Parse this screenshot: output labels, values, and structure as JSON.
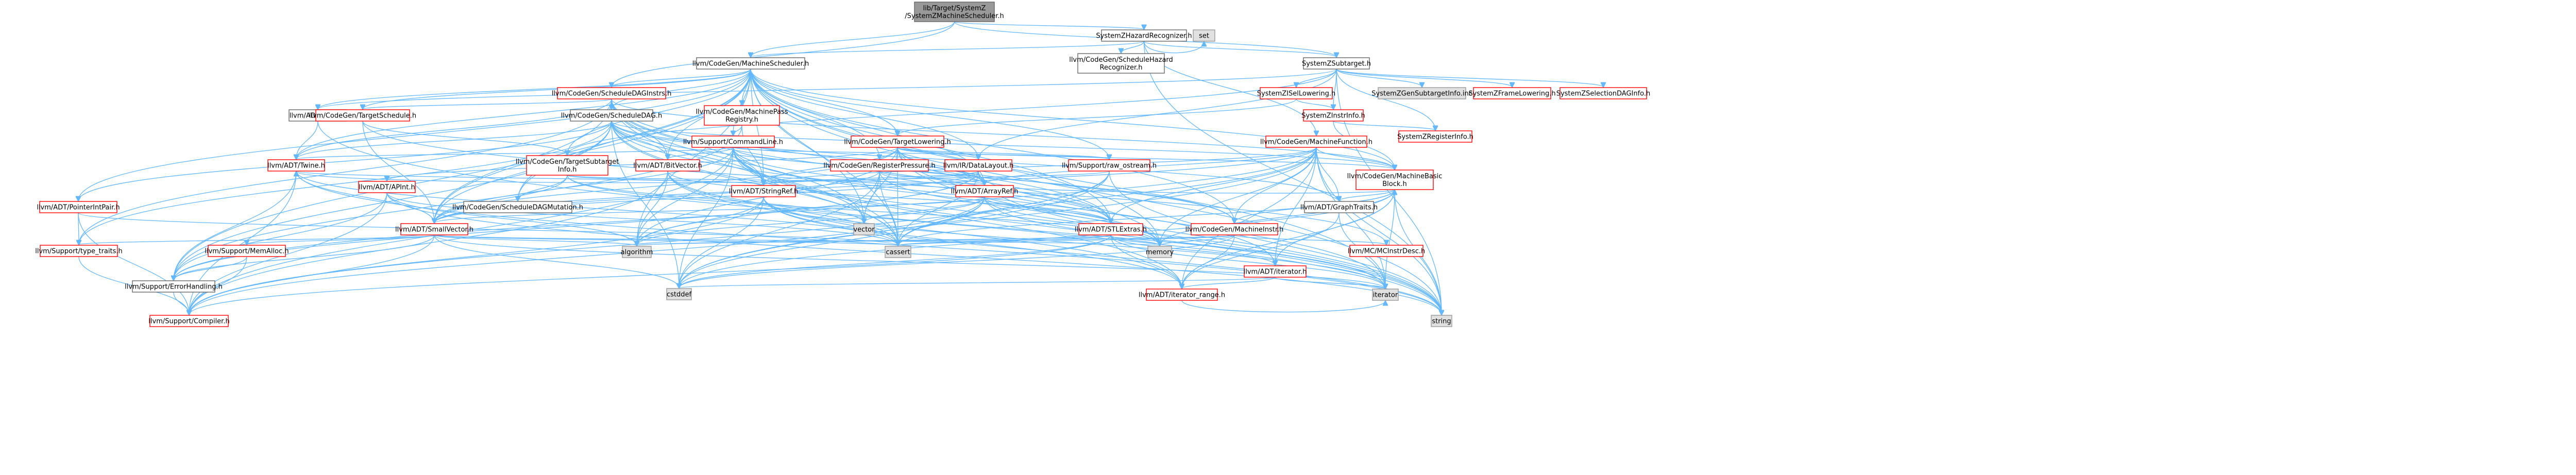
{
  "graph": {
    "root": "n0",
    "colors": {
      "root_fill": "#999999",
      "root_stroke": "#666666",
      "std_fill": "#e0e0e0",
      "std_stroke": "#999999",
      "red_stroke": "#ff0000",
      "red_fill": "#ffffff",
      "normal_stroke": "#666666",
      "normal_fill": "#ffffff",
      "edge": "#63b8ff",
      "text": "#000000"
    },
    "nodes": [
      {
        "id": "n0",
        "lines": [
          "lib/Target/SystemZ",
          "/SystemZMachineScheduler.h"
        ],
        "kind": "root"
      },
      {
        "id": "n1",
        "lines": [
          "SystemZHazardRecognizer.h"
        ],
        "kind": "normal"
      },
      {
        "id": "n2",
        "lines": [
          "set"
        ],
        "kind": "std"
      },
      {
        "id": "n3",
        "lines": [
          "llvm/CodeGen/MachineScheduler.h"
        ],
        "kind": "normal"
      },
      {
        "id": "n4",
        "lines": [
          "llvm/CodeGen/ScheduleHazard",
          "Recognizer.h"
        ],
        "kind": "normal"
      },
      {
        "id": "n5",
        "lines": [
          "SystemZSubtarget.h"
        ],
        "kind": "normal"
      },
      {
        "id": "n6",
        "lines": [
          "llvm/CodeGen/ScheduleDAGInstrs.h"
        ],
        "kind": "red"
      },
      {
        "id": "n7",
        "lines": [
          "llvm/CodeGen/MachinePass",
          "Registry.h"
        ],
        "kind": "red"
      },
      {
        "id": "n8",
        "lines": [
          "llvm/ADT/Triple.h"
        ],
        "kind": "normal"
      },
      {
        "id": "n9",
        "lines": [
          "llvm/CodeGen/TargetSchedule.h"
        ],
        "kind": "red"
      },
      {
        "id": "n10",
        "lines": [
          "llvm/CodeGen/ScheduleDAG.h"
        ],
        "kind": "normal"
      },
      {
        "id": "n11",
        "lines": [
          "SystemZISelLowering.h"
        ],
        "kind": "red"
      },
      {
        "id": "n12",
        "lines": [
          "SystemZInstrInfo.h"
        ],
        "kind": "red"
      },
      {
        "id": "n13",
        "lines": [
          "SystemZGenSubtargetInfo.inc"
        ],
        "kind": "std"
      },
      {
        "id": "n14",
        "lines": [
          "SystemZFrameLowering.h"
        ],
        "kind": "red"
      },
      {
        "id": "n15",
        "lines": [
          "SystemZSelectionDAGInfo.h"
        ],
        "kind": "red"
      },
      {
        "id": "n16",
        "lines": [
          "SystemZRegisterInfo.h"
        ],
        "kind": "red"
      },
      {
        "id": "n17",
        "lines": [
          "llvm/Support/CommandLine.h"
        ],
        "kind": "red"
      },
      {
        "id": "n18",
        "lines": [
          "llvm/CodeGen/TargetLowering.h"
        ],
        "kind": "red"
      },
      {
        "id": "n19",
        "lines": [
          "llvm/CodeGen/MachineFunction.h"
        ],
        "kind": "red"
      },
      {
        "id": "n20",
        "lines": [
          "llvm/ADT/Twine.h"
        ],
        "kind": "red"
      },
      {
        "id": "n21",
        "lines": [
          "llvm/CodeGen/TargetSubtarget",
          "Info.h"
        ],
        "kind": "red"
      },
      {
        "id": "n22",
        "lines": [
          "llvm/ADT/BitVector.h"
        ],
        "kind": "red"
      },
      {
        "id": "n23",
        "lines": [
          "llvm/CodeGen/RegisterPressure.h"
        ],
        "kind": "red"
      },
      {
        "id": "n24",
        "lines": [
          "llvm/IR/DataLayout.h"
        ],
        "kind": "red"
      },
      {
        "id": "n25",
        "lines": [
          "llvm/Support/raw_ostream.h"
        ],
        "kind": "red"
      },
      {
        "id": "n26",
        "lines": [
          "llvm/CodeGen/MachineBasic",
          "Block.h"
        ],
        "kind": "red"
      },
      {
        "id": "n27",
        "lines": [
          "llvm/ADT/APInt.h"
        ],
        "kind": "red"
      },
      {
        "id": "n28",
        "lines": [
          "llvm/CodeGen/ScheduleDAGMutation.h"
        ],
        "kind": "normal"
      },
      {
        "id": "n29",
        "lines": [
          "llvm/ADT/StringRef.h"
        ],
        "kind": "red"
      },
      {
        "id": "n30",
        "lines": [
          "llvm/ADT/ArrayRef.h"
        ],
        "kind": "red"
      },
      {
        "id": "n31",
        "lines": [
          "llvm/ADT/GraphTraits.h"
        ],
        "kind": "normal"
      },
      {
        "id": "n32",
        "lines": [
          "llvm/ADT/PointerIntPair.h"
        ],
        "kind": "red"
      },
      {
        "id": "n33",
        "lines": [
          "llvm/ADT/SmallVector.h"
        ],
        "kind": "red"
      },
      {
        "id": "n34",
        "lines": [
          "vector"
        ],
        "kind": "std"
      },
      {
        "id": "n35",
        "lines": [
          "llvm/ADT/STLExtras.h"
        ],
        "kind": "red"
      },
      {
        "id": "n36",
        "lines": [
          "llvm/CodeGen/MachineInstr.h"
        ],
        "kind": "red"
      },
      {
        "id": "n37",
        "lines": [
          "llvm/Support/type_traits.h"
        ],
        "kind": "red"
      },
      {
        "id": "n38",
        "lines": [
          "llvm/Support/MemAlloc.h"
        ],
        "kind": "red"
      },
      {
        "id": "n39",
        "lines": [
          "algorithm"
        ],
        "kind": "std"
      },
      {
        "id": "n40",
        "lines": [
          "cassert"
        ],
        "kind": "std"
      },
      {
        "id": "n41",
        "lines": [
          "memory"
        ],
        "kind": "std"
      },
      {
        "id": "n42",
        "lines": [
          "llvm/MC/MCInstrDesc.h"
        ],
        "kind": "red"
      },
      {
        "id": "n43",
        "lines": [
          "llvm/ADT/iterator.h"
        ],
        "kind": "red"
      },
      {
        "id": "n44",
        "lines": [
          "llvm/Support/ErrorHandling.h"
        ],
        "kind": "normal"
      },
      {
        "id": "n45",
        "lines": [
          "cstddef"
        ],
        "kind": "std"
      },
      {
        "id": "n46",
        "lines": [
          "llvm/ADT/iterator_range.h"
        ],
        "kind": "red"
      },
      {
        "id": "n47",
        "lines": [
          "iterator"
        ],
        "kind": "std"
      },
      {
        "id": "n48",
        "lines": [
          "llvm/Support/Compiler.h"
        ],
        "kind": "red"
      },
      {
        "id": "n49",
        "lines": [
          "string"
        ],
        "kind": "std"
      }
    ],
    "edges": [
      [
        "n0",
        "n1"
      ],
      [
        "n0",
        "n3"
      ],
      [
        "n0",
        "n6"
      ],
      [
        "n0",
        "n5"
      ],
      [
        "n1",
        "n2"
      ],
      [
        "n1",
        "n3"
      ],
      [
        "n1",
        "n4"
      ],
      [
        "n1",
        "n5"
      ],
      [
        "n1",
        "n19"
      ],
      [
        "n1",
        "n49"
      ],
      [
        "n3",
        "n6"
      ],
      [
        "n3",
        "n7"
      ],
      [
        "n3",
        "n9"
      ],
      [
        "n3",
        "n10"
      ],
      [
        "n3",
        "n17"
      ],
      [
        "n3",
        "n20"
      ],
      [
        "n3",
        "n22"
      ],
      [
        "n3",
        "n23"
      ],
      [
        "n3",
        "n26"
      ],
      [
        "n3",
        "n28"
      ],
      [
        "n3",
        "n29"
      ],
      [
        "n3",
        "n30"
      ],
      [
        "n3",
        "n33"
      ],
      [
        "n3",
        "n35"
      ],
      [
        "n3",
        "n36"
      ],
      [
        "n3",
        "n32"
      ],
      [
        "n3",
        "n34"
      ],
      [
        "n3",
        "n40"
      ],
      [
        "n3",
        "n41"
      ],
      [
        "n3",
        "n44"
      ],
      [
        "n3",
        "n39"
      ],
      [
        "n3",
        "n47"
      ],
      [
        "n3",
        "n49"
      ],
      [
        "n3",
        "n8"
      ],
      [
        "n3",
        "n18"
      ],
      [
        "n3",
        "n24"
      ],
      [
        "n3",
        "n25"
      ],
      [
        "n3",
        "n21"
      ],
      [
        "n5",
        "n11"
      ],
      [
        "n5",
        "n12"
      ],
      [
        "n5",
        "n13"
      ],
      [
        "n5",
        "n14"
      ],
      [
        "n5",
        "n15"
      ],
      [
        "n5",
        "n16"
      ],
      [
        "n5",
        "n49"
      ],
      [
        "n5",
        "n8"
      ],
      [
        "n5",
        "n24"
      ],
      [
        "n5",
        "n21"
      ],
      [
        "n6",
        "n9"
      ],
      [
        "n6",
        "n10"
      ],
      [
        "n6",
        "n20"
      ],
      [
        "n6",
        "n22"
      ],
      [
        "n6",
        "n29"
      ],
      [
        "n6",
        "n33"
      ],
      [
        "n6",
        "n26"
      ],
      [
        "n6",
        "n34"
      ],
      [
        "n6",
        "n40"
      ],
      [
        "n6",
        "n41"
      ],
      [
        "n6",
        "n35"
      ],
      [
        "n6",
        "n37"
      ],
      [
        "n7",
        "n17"
      ],
      [
        "n7",
        "n29"
      ],
      [
        "n7",
        "n44"
      ],
      [
        "n8",
        "n20"
      ],
      [
        "n8",
        "n49"
      ],
      [
        "n9",
        "n33"
      ],
      [
        "n9",
        "n42"
      ],
      [
        "n9",
        "n21"
      ],
      [
        "n10",
        "n22"
      ],
      [
        "n10",
        "n29"
      ],
      [
        "n10",
        "n30"
      ],
      [
        "n10",
        "n32"
      ],
      [
        "n10",
        "n33"
      ],
      [
        "n10",
        "n31"
      ],
      [
        "n10",
        "n36"
      ],
      [
        "n10",
        "n44"
      ],
      [
        "n10",
        "n40"
      ],
      [
        "n10",
        "n45"
      ],
      [
        "n10",
        "n43"
      ],
      [
        "n10",
        "n49"
      ],
      [
        "n10",
        "n20"
      ],
      [
        "n10",
        "n26"
      ],
      [
        "n10",
        "n37"
      ],
      [
        "n10",
        "n28"
      ],
      [
        "n11",
        "n18"
      ],
      [
        "n11",
        "n12"
      ],
      [
        "n12",
        "n16"
      ],
      [
        "n12",
        "n26"
      ],
      [
        "n17",
        "n29"
      ],
      [
        "n17",
        "n30"
      ],
      [
        "n17",
        "n33"
      ],
      [
        "n17",
        "n35"
      ],
      [
        "n17",
        "n20"
      ],
      [
        "n17",
        "n25"
      ],
      [
        "n17",
        "n48"
      ],
      [
        "n17",
        "n40"
      ],
      [
        "n17",
        "n34"
      ],
      [
        "n17",
        "n39"
      ],
      [
        "n17",
        "n41"
      ],
      [
        "n17",
        "n46"
      ],
      [
        "n17",
        "n49"
      ],
      [
        "n17",
        "n45"
      ],
      [
        "n17",
        "n22"
      ],
      [
        "n18",
        "n27"
      ],
      [
        "n18",
        "n29"
      ],
      [
        "n18",
        "n30"
      ],
      [
        "n18",
        "n33"
      ],
      [
        "n18",
        "n24"
      ],
      [
        "n18",
        "n26"
      ],
      [
        "n18",
        "n36"
      ],
      [
        "n18",
        "n40"
      ],
      [
        "n18",
        "n35"
      ],
      [
        "n18",
        "n34"
      ],
      [
        "n18",
        "n49"
      ],
      [
        "n18",
        "n39"
      ],
      [
        "n18",
        "n25"
      ],
      [
        "n18",
        "n47"
      ],
      [
        "n19",
        "n26"
      ],
      [
        "n19",
        "n30"
      ],
      [
        "n19",
        "n36"
      ],
      [
        "n19",
        "n35"
      ],
      [
        "n19",
        "n33"
      ],
      [
        "n19",
        "n29"
      ],
      [
        "n19",
        "n31"
      ],
      [
        "n19",
        "n40"
      ],
      [
        "n19",
        "n41"
      ],
      [
        "n19",
        "n47"
      ],
      [
        "n19",
        "n49"
      ],
      [
        "n19",
        "n46"
      ],
      [
        "n19",
        "n43"
      ],
      [
        "n19",
        "n45"
      ],
      [
        "n19",
        "n44"
      ],
      [
        "n20",
        "n29"
      ],
      [
        "n20",
        "n33"
      ],
      [
        "n20",
        "n44"
      ],
      [
        "n20",
        "n40"
      ],
      [
        "n20",
        "n49"
      ],
      [
        "n20",
        "n48"
      ],
      [
        "n21",
        "n29"
      ],
      [
        "n21",
        "n30"
      ],
      [
        "n21",
        "n33"
      ],
      [
        "n21",
        "n28"
      ],
      [
        "n21",
        "n34"
      ],
      [
        "n21",
        "n41"
      ],
      [
        "n22",
        "n35"
      ],
      [
        "n22",
        "n46"
      ],
      [
        "n22",
        "n39"
      ],
      [
        "n22",
        "n40"
      ],
      [
        "n22",
        "n47"
      ],
      [
        "n22",
        "n48"
      ],
      [
        "n23",
        "n30"
      ],
      [
        "n23",
        "n33"
      ],
      [
        "n23",
        "n26"
      ],
      [
        "n23",
        "n40"
      ],
      [
        "n23",
        "n34"
      ],
      [
        "n23",
        "n45"
      ],
      [
        "n23",
        "n41"
      ],
      [
        "n24",
        "n30"
      ],
      [
        "n24",
        "n29"
      ],
      [
        "n24",
        "n35"
      ],
      [
        "n24",
        "n33"
      ],
      [
        "n24",
        "n20"
      ],
      [
        "n24",
        "n40"
      ],
      [
        "n24",
        "n49"
      ],
      [
        "n24",
        "n44"
      ],
      [
        "n24",
        "n39"
      ],
      [
        "n25",
        "n29"
      ],
      [
        "n25",
        "n40"
      ],
      [
        "n25",
        "n45"
      ],
      [
        "n25",
        "n49"
      ],
      [
        "n25",
        "n48"
      ],
      [
        "n26",
        "n31"
      ],
      [
        "n26",
        "n36"
      ],
      [
        "n26",
        "n46"
      ],
      [
        "n26",
        "n43"
      ],
      [
        "n26",
        "n40"
      ],
      [
        "n26",
        "n45"
      ],
      [
        "n26",
        "n41"
      ],
      [
        "n26",
        "n47"
      ],
      [
        "n26",
        "n49"
      ],
      [
        "n27",
        "n44"
      ],
      [
        "n27",
        "n48"
      ],
      [
        "n27",
        "n40"
      ],
      [
        "n27",
        "n49"
      ],
      [
        "n27",
        "n39"
      ],
      [
        "n29",
        "n46"
      ],
      [
        "n29",
        "n48"
      ],
      [
        "n29",
        "n39"
      ],
      [
        "n29",
        "n40"
      ],
      [
        "n29",
        "n45"
      ],
      [
        "n29",
        "n47"
      ],
      [
        "n29",
        "n49"
      ],
      [
        "n30",
        "n33"
      ],
      [
        "n30",
        "n35"
      ],
      [
        "n30",
        "n48"
      ],
      [
        "n30",
        "n34"
      ],
      [
        "n30",
        "n39"
      ],
      [
        "n30",
        "n40"
      ],
      [
        "n30",
        "n45"
      ],
      [
        "n30",
        "n41"
      ],
      [
        "n30",
        "n47"
      ],
      [
        "n31",
        "n46"
      ],
      [
        "n31",
        "n47"
      ],
      [
        "n32",
        "n37"
      ],
      [
        "n32",
        "n48"
      ],
      [
        "n32",
        "n40"
      ],
      [
        "n33",
        "n37"
      ],
      [
        "n33",
        "n38"
      ],
      [
        "n33",
        "n48"
      ],
      [
        "n33",
        "n39"
      ],
      [
        "n33",
        "n40"
      ],
      [
        "n33",
        "n45"
      ],
      [
        "n33",
        "n41"
      ],
      [
        "n33",
        "n47"
      ],
      [
        "n33",
        "n44"
      ],
      [
        "n35",
        "n43"
      ],
      [
        "n35",
        "n46"
      ],
      [
        "n35",
        "n39"
      ],
      [
        "n35",
        "n40"
      ],
      [
        "n35",
        "n45"
      ],
      [
        "n35",
        "n41"
      ],
      [
        "n35",
        "n47"
      ],
      [
        "n35",
        "n48"
      ],
      [
        "n36",
        "n42"
      ],
      [
        "n36",
        "n46"
      ],
      [
        "n36",
        "n40"
      ],
      [
        "n36",
        "n45"
      ],
      [
        "n36",
        "n39"
      ],
      [
        "n36",
        "n41"
      ],
      [
        "n37",
        "n48"
      ],
      [
        "n38",
        "n44"
      ],
      [
        "n38",
        "n48"
      ],
      [
        "n43",
        "n46"
      ],
      [
        "n43",
        "n45"
      ],
      [
        "n43",
        "n47"
      ],
      [
        "n44",
        "n48"
      ],
      [
        "n46",
        "n47"
      ]
    ]
  }
}
